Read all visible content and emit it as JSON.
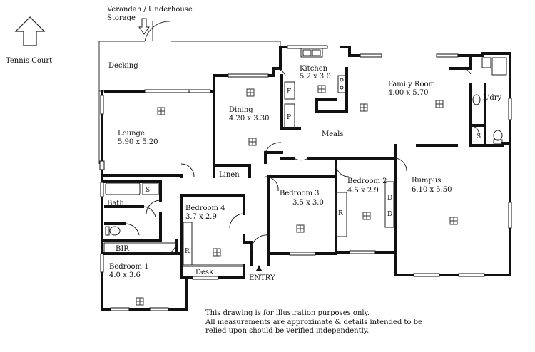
{
  "header": {
    "storage_label_1": "Verandah / Underhouse",
    "storage_label_2": "Storage",
    "tennis_court": "Tennis Court"
  },
  "rooms": {
    "decking": "Decking",
    "kitchen": {
      "name": "Kitchen",
      "size": "5.2 x 3.0"
    },
    "family_room": {
      "name": "Family Room",
      "size": "4.00 x 5.70"
    },
    "laundry": "L'dry",
    "dining": {
      "name": "Dining",
      "size": "4.20 x 3.30"
    },
    "lounge": {
      "name": "Lounge",
      "size": "5.90 x 5.20"
    },
    "meals": "Meals",
    "linen": "Linen",
    "bath": "Bath",
    "bedroom4": {
      "name": "Bedroom 4",
      "size": "3.7 x 2.9"
    },
    "bedroom3": {
      "name": "Bedroom 3",
      "size": "3.5 x 3.0"
    },
    "bedroom2": {
      "name": "Bedroom 2",
      "size": "4.5 x 2.9"
    },
    "rumpus": {
      "name": "Rumpus",
      "size": "6.10 x 5.50"
    },
    "bir": "BIR",
    "bedroom1": {
      "name": "Bedroom 1",
      "size": "4.0 x 3.6"
    },
    "desk": "Desk",
    "entry": "ENTRY"
  },
  "fixtures": {
    "fridge": "F",
    "pantry": "P",
    "shower": "S",
    "robe": "R",
    "drawer": "D"
  },
  "disclaimer": {
    "line1": "This drawing is for illustration purposes only.",
    "line2": "All measurements are approximate & details intended to be",
    "line3": "relied upon should be verified independently."
  }
}
